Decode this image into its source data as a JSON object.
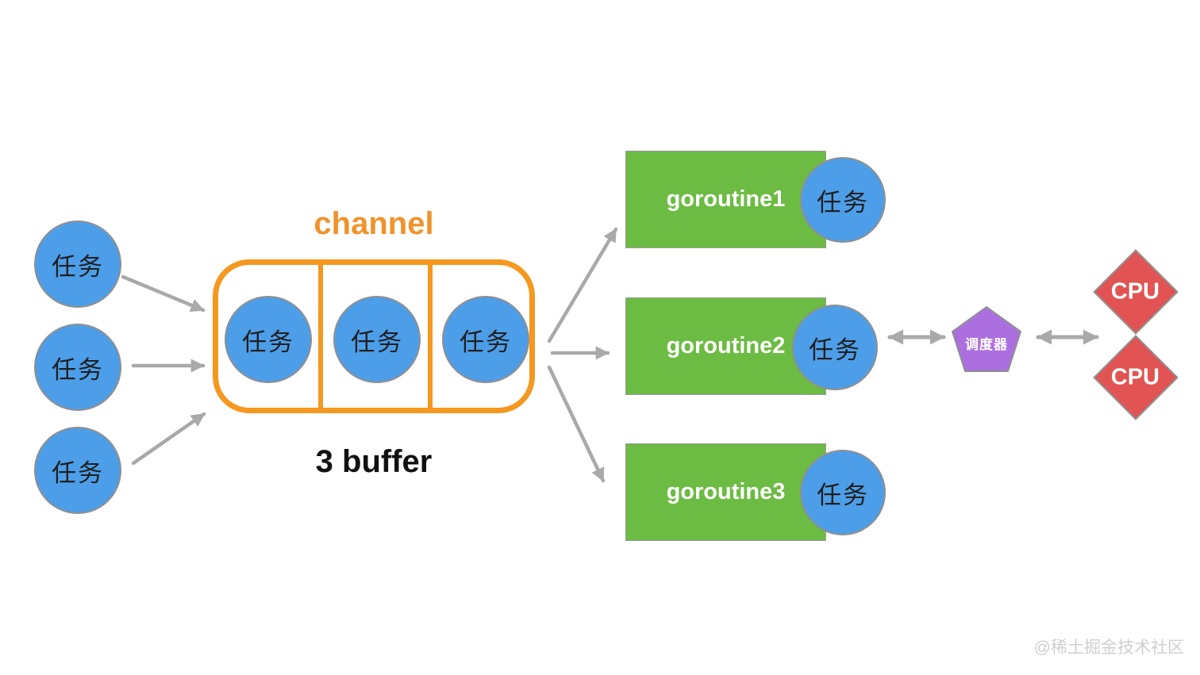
{
  "diagram": {
    "source_tasks": [
      {
        "label": "任务"
      },
      {
        "label": "任务"
      },
      {
        "label": "任务"
      }
    ],
    "channel": {
      "title": "channel",
      "caption": "3 buffer",
      "slots": [
        {
          "label": "任务"
        },
        {
          "label": "任务"
        },
        {
          "label": "任务"
        }
      ]
    },
    "goroutines": [
      {
        "name": "goroutine1",
        "task": "任务"
      },
      {
        "name": "goroutine2",
        "task": "任务"
      },
      {
        "name": "goroutine3",
        "task": "任务"
      }
    ],
    "scheduler": {
      "label": "调度器"
    },
    "cpus": [
      {
        "label": "CPU"
      },
      {
        "label": "CPU"
      }
    ],
    "watermark": "@稀土掘金技术社区",
    "connections": [
      {
        "from": "task-1",
        "to": "channel",
        "type": "single-arrow"
      },
      {
        "from": "task-2",
        "to": "channel",
        "type": "single-arrow"
      },
      {
        "from": "task-3",
        "to": "channel",
        "type": "single-arrow"
      },
      {
        "from": "channel",
        "to": "goroutine1",
        "type": "single-arrow"
      },
      {
        "from": "channel",
        "to": "goroutine2",
        "type": "single-arrow"
      },
      {
        "from": "channel",
        "to": "goroutine3",
        "type": "single-arrow"
      },
      {
        "from": "goroutine2-task",
        "to": "scheduler",
        "type": "double-arrow"
      },
      {
        "from": "scheduler",
        "to": "cpus",
        "type": "double-arrow"
      }
    ],
    "colors": {
      "task_blue": "#4D9EE8",
      "goroutine_green": "#6CBB43",
      "channel_orange": "#F5981F",
      "channel_title_orange": "#F0932B",
      "scheduler_purple": "#AC6FE0",
      "cpu_red": "#E25353",
      "arrow_gray": "#A9A9A9",
      "watermark_gray": "#CFCFCF"
    }
  }
}
